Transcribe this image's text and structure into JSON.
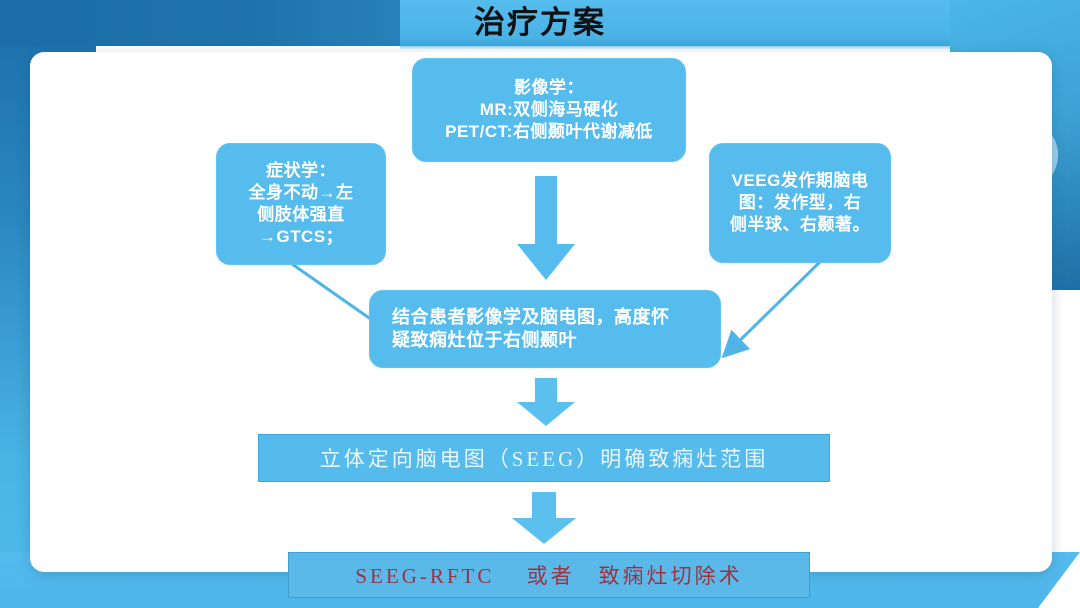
{
  "slide": {
    "title": "治疗方案",
    "accent_color": "#55bced",
    "header_dark_color": "#1b6ea8",
    "header_light_color": "#4db5e9",
    "card_background": "#ffffff",
    "final_text_color": "#9c3344"
  },
  "flowchart": {
    "type": "flowchart",
    "nodes": [
      {
        "id": "symptom",
        "label": "症状学：\n全身不动→左侧肢体强直→GTCS；",
        "shape": "rounded-rect",
        "fill": "#55bced",
        "text_color": "#ffffff"
      },
      {
        "id": "imaging",
        "label": "影像学：\nMR:双侧海马硬化\nPET/CT:右侧颞叶代谢减低",
        "shape": "rounded-rect",
        "fill": "#55bced",
        "text_color": "#ffffff"
      },
      {
        "id": "veeg",
        "label": "VEEG发作期脑电图：发作型，右侧半球、右颞著。",
        "shape": "rounded-rect",
        "fill": "#55bced",
        "text_color": "#ffffff"
      },
      {
        "id": "synthesis",
        "label": "结合患者影像学及脑电图，高度怀疑致痫灶位于右侧颞叶",
        "shape": "rounded-rect",
        "fill": "#55bced",
        "text_color": "#ffffff"
      },
      {
        "id": "seeg",
        "label": "立体定向脑电图（SEEG）明确致痫灶范围",
        "shape": "rect",
        "fill": "#54bbec",
        "text_color": "#eaf6fd"
      },
      {
        "id": "final",
        "label": "SEEG-RFTC 　或者　致痫灶切除术",
        "shape": "rect",
        "fill": "#5ab9e8",
        "text_color": "#9c3344"
      }
    ],
    "edges": [
      {
        "from": "imaging",
        "to": "synthesis",
        "style": "block-arrow",
        "direction": "down"
      },
      {
        "from": "symptom",
        "to": "synthesis",
        "style": "line-arrow",
        "direction": "down-right"
      },
      {
        "from": "veeg",
        "to": "synthesis",
        "style": "line-arrow",
        "direction": "down-left"
      },
      {
        "from": "synthesis",
        "to": "seeg",
        "style": "block-arrow",
        "direction": "down"
      },
      {
        "from": "seeg",
        "to": "final",
        "style": "block-arrow",
        "direction": "down"
      }
    ]
  },
  "nodes_text": {
    "symptom_line1": "症状学：",
    "symptom_line2": "全身不动→左",
    "symptom_line3": "侧肢体强直",
    "symptom_line4": "→GTCS；",
    "imaging_line1": "影像学：",
    "imaging_line2": "MR:双侧海马硬化",
    "imaging_line3": "PET/CT:右侧颞叶代谢减低",
    "veeg_line1": "VEEG发作期脑电",
    "veeg_line2": "图：发作型，右",
    "veeg_line3": "侧半球、右颞著。",
    "synthesis_line1": "结合患者影像学及脑电图，高度怀",
    "synthesis_line2": "疑致痫灶位于右侧颞叶",
    "seeg": "立体定向脑电图（SEEG）明确致痫灶范围",
    "final": "SEEG-RFTC 　或者　致痫灶切除术"
  }
}
